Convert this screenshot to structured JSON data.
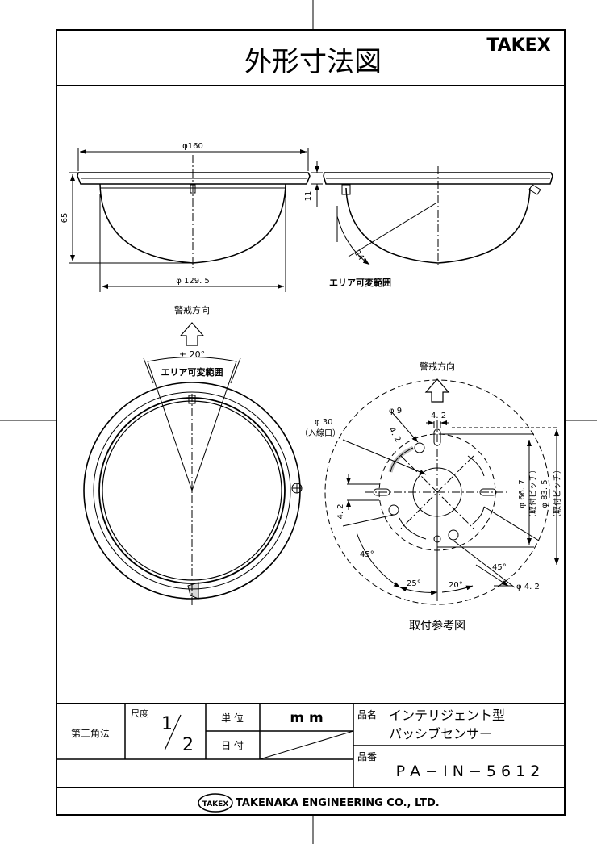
{
  "header": {
    "title": "外形寸法図",
    "brand": "TAKEX"
  },
  "top_views": {
    "dim_width": "φ160",
    "dim_height": "65",
    "dim_dome": "φ 129. 5",
    "dim_rim": "11",
    "angle": "24°",
    "range_label": "エリア可変範囲"
  },
  "front_view": {
    "direction_label": "警戒方向",
    "angle": "± 20°",
    "range_label": "エリア可変範囲"
  },
  "mounting_view": {
    "direction_label": "警戒方向",
    "hole_dia": "φ 9",
    "slot_w": "4. 2",
    "slot_w2": "4. 2",
    "slot_w3": "4. 2",
    "entry_dia": "φ 30",
    "entry_label": "（入線口）",
    "pitch1": "φ 66. 7",
    "pitch1_label": "（取付ピッチ）",
    "pitch2": "φ 83. 5",
    "pitch2_label": "（取付ピッチ）",
    "angle_45a": "45°",
    "angle_45b": "45°",
    "angle_25": "25°",
    "angle_20": "20°",
    "hole_dia2": "φ 4. 2",
    "caption": "取付参考図"
  },
  "title_block": {
    "projection": "第三角法",
    "scale_label": "尺度",
    "scale_num": "1",
    "scale_den": "2",
    "unit_label": "単 位",
    "unit_value": "m m",
    "date_label": "日 付",
    "product_name_label": "品名",
    "product_name_line1": "インテリジェント型",
    "product_name_line2": "パッシブセンサー",
    "part_no_label": "品番",
    "part_no": "P A − I N − 5 6 1 2",
    "company_logo": "TAKEX",
    "company": "TAKENAKA ENGINEERING CO., LTD."
  }
}
